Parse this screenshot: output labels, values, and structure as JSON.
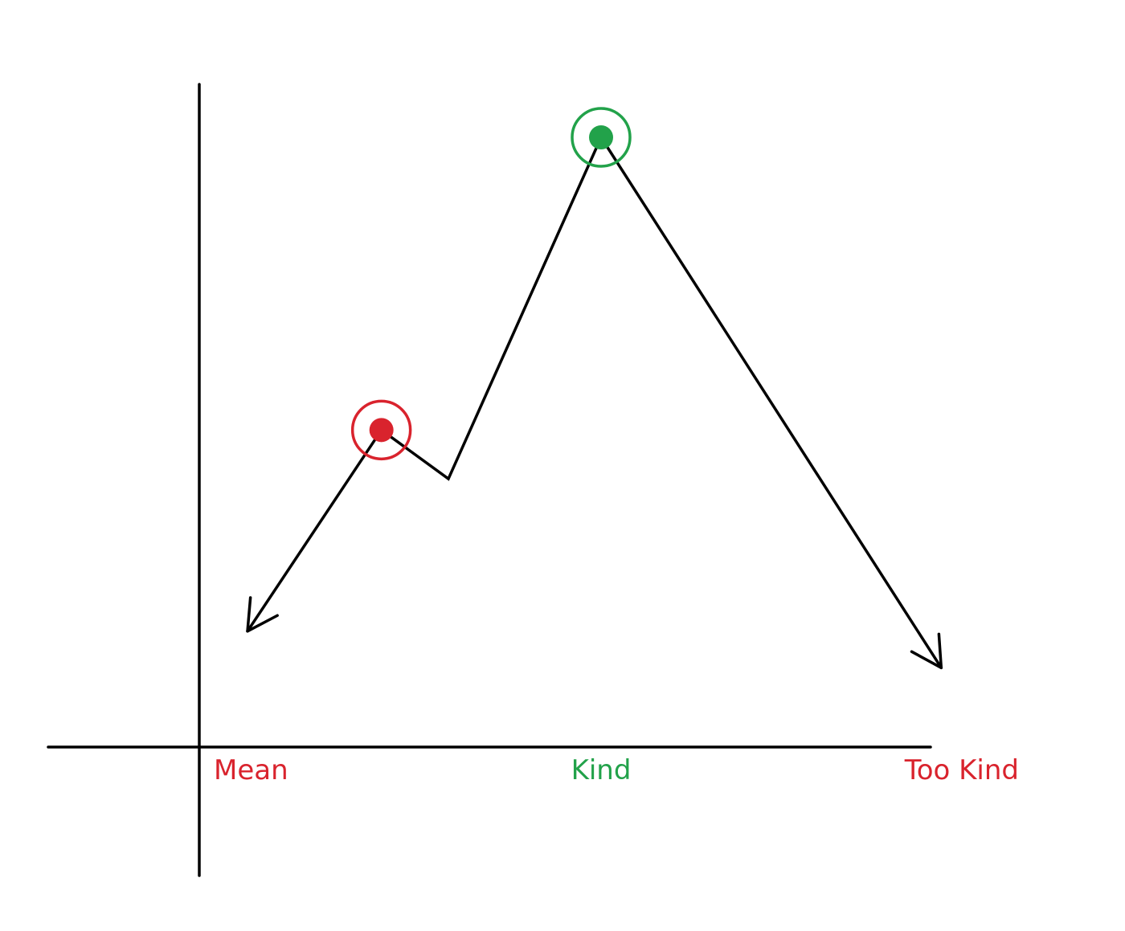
{
  "chart_data": {
    "type": "line",
    "title": "",
    "xlabel": "",
    "ylabel": "",
    "grid": false,
    "legend": "none",
    "xlim": [
      0,
      3
    ],
    "ylim": [
      0,
      10
    ],
    "categories": [
      {
        "label": "Mean",
        "x": 0.2,
        "color": "#d9232d"
      },
      {
        "label": "Kind",
        "x": 1.5,
        "color": "#22a24a"
      },
      {
        "label": "Too Kind",
        "x": 2.8,
        "color": "#d9232d"
      }
    ],
    "series": [
      {
        "color": "#000000",
        "points": [
          {
            "x": 0.18,
            "y": 1.9
          },
          {
            "x": 0.68,
            "y": 5.2
          },
          {
            "x": 0.93,
            "y": 4.4
          },
          {
            "x": 1.5,
            "y": 10.0
          },
          {
            "x": 2.77,
            "y": 1.3
          }
        ],
        "arrow_start": true,
        "arrow_end": true
      }
    ],
    "highlights": [
      {
        "x": 0.68,
        "y": 5.2,
        "color": "#d9232d"
      },
      {
        "x": 1.5,
        "y": 10.0,
        "color": "#22a24a"
      }
    ]
  }
}
